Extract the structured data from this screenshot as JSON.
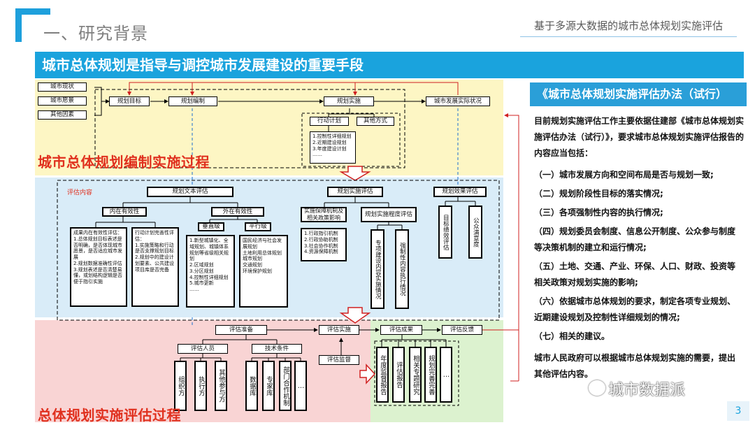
{
  "header": {
    "section_title": "一、研究背景",
    "top_right": "基于多源大数据的城市总体规划实施评估"
  },
  "banner": "城市总体规划是指导与调控城市发展建设的重要手段",
  "zones": {
    "compile": "城市总体规划编制实施过程",
    "evaluate": "总体规划实施评估过程",
    "eval_content": "评估内容"
  },
  "inputs": [
    "城市现状",
    "城市愿景",
    "其他因素"
  ],
  "top_flow": [
    "规划目标",
    "规划编制",
    "规划实施",
    "城市发展实际状况"
  ],
  "impl": {
    "action": "行动计划",
    "other": "其他方式",
    "list": "1.控制性详细规划\n2.近期建设规划\n3.年度建设计划\n……"
  },
  "eval": {
    "text_eval": "规划文本评估",
    "impl_eval": "规划实施评估",
    "effect_eval": "规划效果评估",
    "internal": "内在有效性",
    "external": "外在有效性",
    "vertical": "垂直级",
    "parallel": "平行级",
    "internal_a": "成果内在有效性评估：\n1.总体规划目标表述是否明确，是否体现城市愿景，是否适应城市发展\n2.规划数据准确性评估\n3.规划表述是否清楚易懂，或划结构逻辑是否便于指引实施",
    "internal_b": "行动计划完善性评估：\n1.实施策略和行动是否支撑规划目标\n2.规划中的建设计划要素、公共建设项目库是否完备",
    "vertical_list": "1.新型城镇化、全域规划、城镇体系规划等省级相关规划\n2.区域规划\n3.分区规划\n4.控制性详细规划\n5.城市更新\n……",
    "parallel_list": "国民经济与社会发展规划\n土地利用总体规划\n城市规划\n交通规划\n环境保护规划",
    "mechanism": "实施保障机制及相关政策影响",
    "mechanism_list": "1.行政指引机制\n2.行政协助机制\n3.社会协作机制\n4.资源保障机制",
    "degree": "规划实施程度评估",
    "special": "专项建设内容实施情况",
    "mandatory": "强制性内容执行情况",
    "goal": "目标绩效评估",
    "public": "公众满意度"
  },
  "process": {
    "prep": "评估准备",
    "people": "评估人员",
    "tech": "技术条件",
    "impl": "评估实施",
    "monitor": "评估监督",
    "result": "评估成果",
    "feedback": "评估反馈",
    "people_items": [
      "组织方",
      "执行方",
      "其他参与方"
    ],
    "tech_items": [
      "数据库",
      "专家库",
      "部门合作机制",
      "…"
    ],
    "result_items": [
      "年度监督报告",
      "评估报告",
      "相关专题研究",
      "规划完善完善",
      "…"
    ]
  },
  "right": {
    "title": "《城市总体规划实施评估办法（试行）",
    "intro": "目前规划实施评估工作主要依据住建部《城市总体规划实施评估办法（试行）》，要求城市总体规划实施评估报告的内容应当包括：",
    "items": [
      "（一）城市发展方向和空间布局是否与规划一致;",
      "（二）规划阶段性目标的落实情况;",
      "（三）各项强制性内容的执行情况;",
      "（四）规划委员会制度、信息公开制度、公众参与制度等决策机制的建立和运行情况;",
      "（五）土地、交通、产业、环保、人口、财政、投资等相关政策对规划实施的影响;",
      "（六）依据城市总体规划的要求，制定各项专业规划、近期建设规划及控制性详细规划的情况;",
      "（七）相关的建议。"
    ],
    "closing": "城市人民政府可以根据城市总体规划实施的需要，提出其他评估内容。"
  },
  "watermark": "城市数据派",
  "page_number": "3"
}
